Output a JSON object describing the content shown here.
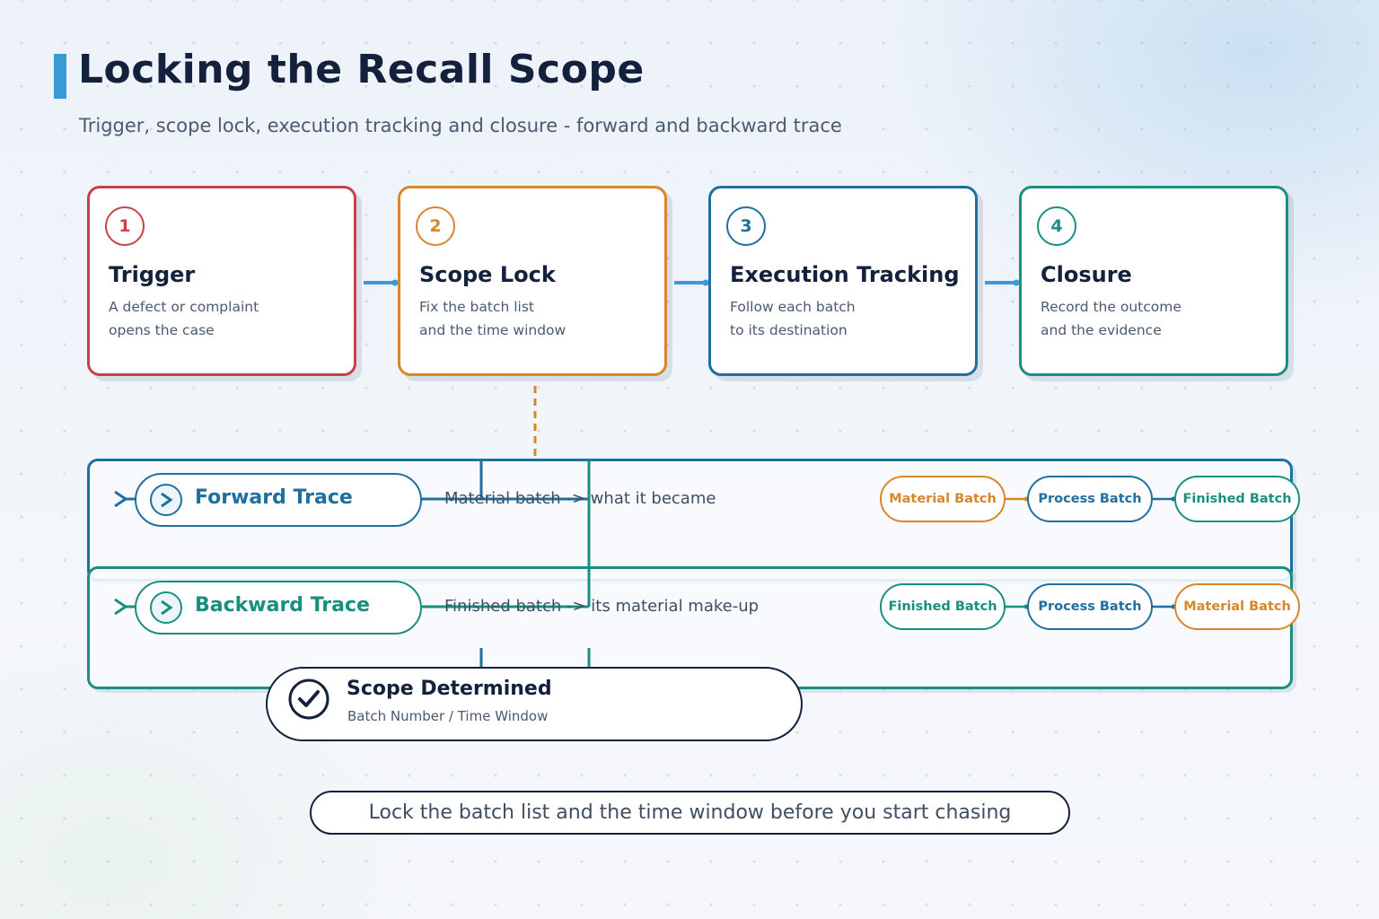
{
  "title": "Locking the Recall Scope",
  "subtitle": "Trigger, scope lock, execution tracking and closure - forward and backward trace",
  "colors": {
    "red": "#c8414a",
    "orange": "#d9862a",
    "blue": "#1f6fa0",
    "teal": "#1a8f80",
    "navy": "#14213d",
    "connector": "#3a9ad8"
  },
  "steps": [
    {
      "number": "1",
      "title": "Trigger",
      "line1": "A defect or complaint",
      "line2": "opens the case",
      "color": "#c8414a"
    },
    {
      "number": "2",
      "title": "Scope Lock",
      "line1": "Fix the batch list",
      "line2": "and the time window",
      "color": "#d9862a"
    },
    {
      "number": "3",
      "title": "Execution Tracking",
      "line1": "Follow each batch",
      "line2": "to its destination",
      "color": "#1f6fa0"
    },
    {
      "number": "4",
      "title": "Closure",
      "line1": "Record the outcome",
      "line2": "and the evidence",
      "color": "#1a8f80"
    }
  ],
  "forward": {
    "label": "Forward Trace",
    "description": "Material batch -> what it became",
    "icon": "chevron-right-icon",
    "chain": [
      "Material Batch",
      "Process Batch",
      "Finished Batch"
    ]
  },
  "backward": {
    "label": "Backward Trace",
    "description": "Finished batch -> its material make-up",
    "icon": "chevron-right-icon",
    "chain": [
      "Finished Batch",
      "Process Batch",
      "Material Batch"
    ]
  },
  "scope": {
    "title": "Scope Determined",
    "subtitle": "Batch Number / Time Window",
    "icon": "check-circle-icon"
  },
  "footer": "Lock the batch list and the time window before you start chasing"
}
